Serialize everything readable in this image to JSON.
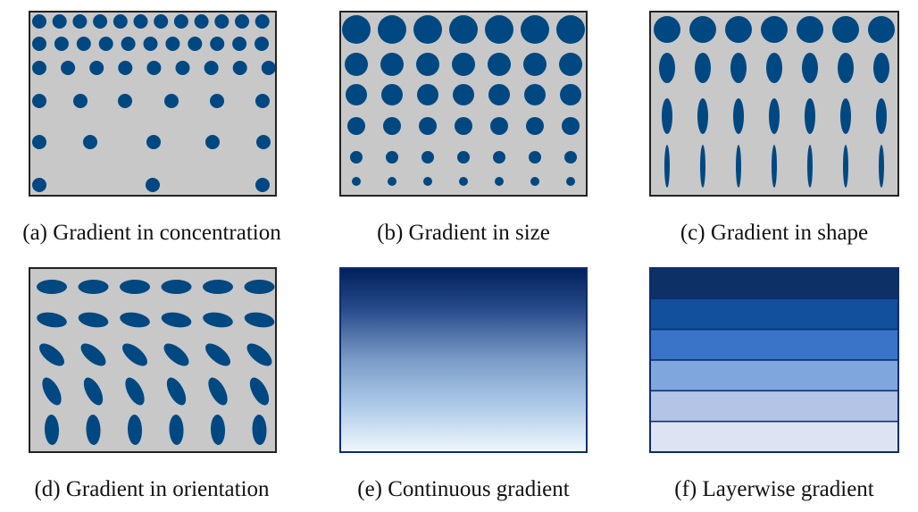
{
  "colors": {
    "background": "#c8c8c8",
    "dot": "#004882",
    "border": "#222222",
    "gradient_top": "#00205a",
    "gradient_bottom": "#f0f6fc",
    "layers": [
      "#0d3166",
      "#124f9c",
      "#3a74c8",
      "#7fa6dd",
      "#b3c4e7",
      "#dde3f3"
    ]
  },
  "panels": [
    {
      "id": "a",
      "caption": "(a) Gradient in concentration",
      "dot_pattern": "concentration"
    },
    {
      "id": "b",
      "caption": "(b) Gradient in size",
      "dot_pattern": "size"
    },
    {
      "id": "c",
      "caption": "(c) Gradient in shape",
      "dot_pattern": "shape"
    },
    {
      "id": "d",
      "caption": "(d) Gradient in orientation",
      "dot_pattern": "orientation"
    },
    {
      "id": "e",
      "caption": "(e) Continuous gradient",
      "fill": "continuous"
    },
    {
      "id": "f",
      "caption": "(f) Layerwise gradient",
      "fill": "layered",
      "layer_count": 6
    }
  ]
}
